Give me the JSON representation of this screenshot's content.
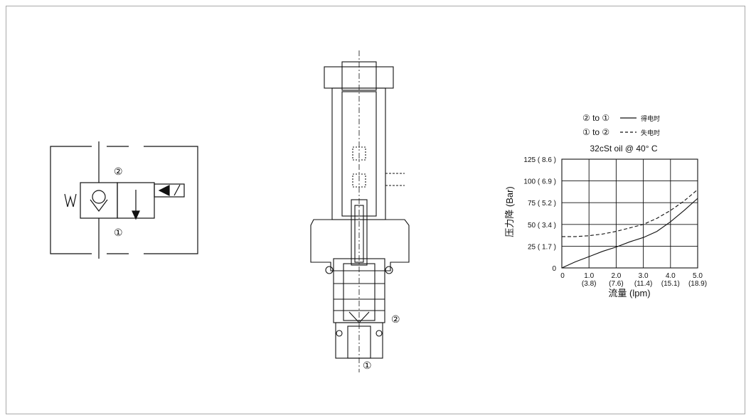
{
  "symbol": {
    "port_top": "②",
    "port_bottom": "①",
    "spring_label": "W"
  },
  "section": {
    "port_side": "②",
    "port_bottom": "①"
  },
  "legend": {
    "line1": {
      "label": "② to ①",
      "style": "solid",
      "note": "得电时"
    },
    "line2": {
      "label": "① to ②",
      "style": "dashed",
      "note": "失电时"
    }
  },
  "chart_data": {
    "type": "line",
    "title": "32cSt oil @ 40° C",
    "xlabel": "流量 (lpm)",
    "ylabel": "压力降  (Bar)",
    "x_ticks": [
      {
        "main": "0",
        "sub": ""
      },
      {
        "main": "1.0",
        "sub": "(3.8)"
      },
      {
        "main": "2.0",
        "sub": "(7.6)"
      },
      {
        "main": "3.0",
        "sub": "(11.4)"
      },
      {
        "main": "4.0",
        "sub": "(15.1)"
      },
      {
        "main": "5.0",
        "sub": "(18.9)"
      }
    ],
    "y_ticks": [
      "0",
      "25 ( 1.7 )",
      "50 ( 3.4 )",
      "75 ( 5.2 )",
      "100 ( 6.9 )",
      "125 ( 8.6 )"
    ],
    "xlim": [
      0,
      5
    ],
    "ylim": [
      0,
      125
    ],
    "grid": true,
    "series": [
      {
        "style": "solid",
        "x": [
          0,
          0.5,
          1.0,
          1.5,
          2.0,
          2.5,
          3.0,
          3.5,
          4.0,
          4.5,
          5.0
        ],
        "y": [
          0,
          7,
          13,
          19,
          24,
          30,
          35,
          42,
          53,
          66,
          80
        ]
      },
      {
        "style": "dashed",
        "x": [
          0,
          0.5,
          1.0,
          1.5,
          2.0,
          2.5,
          3.0,
          3.5,
          4.0,
          4.5,
          5.0
        ],
        "y": [
          36,
          36,
          37,
          39,
          42,
          46,
          50,
          57,
          66,
          77,
          90
        ]
      }
    ]
  }
}
